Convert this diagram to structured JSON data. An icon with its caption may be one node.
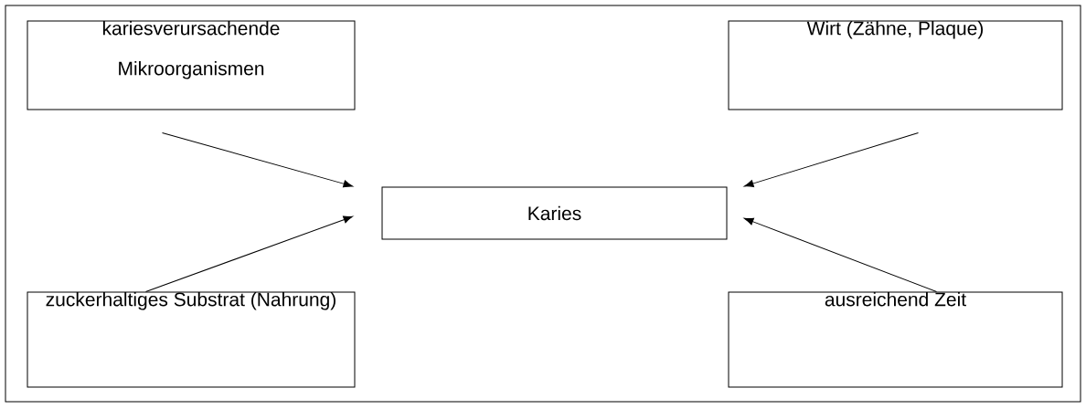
{
  "diagram": {
    "nodes": [
      {
        "text": [
          "kariesverursachende Mikroorganismen"
        ]
      },
      {
        "text": [
          "Wirt (Zähne, Plaque)"
        ]
      },
      {
        "text": [
          "Karies"
        ]
      },
      {
        "text": [
          "zuckerhaltiges Substrat (Nahrung)"
        ]
      },
      {
        "text": [
          "ausreichend Zeit"
        ]
      }
    ],
    "edges": [
      {
        "from": 0,
        "to": 2,
        "arrow": "to"
      },
      {
        "from": 1,
        "to": 2,
        "arrow": "to"
      },
      {
        "from": 3,
        "to": 2,
        "arrow": "to"
      },
      {
        "from": 4,
        "to": 2,
        "arrow": "to"
      }
    ]
  }
}
